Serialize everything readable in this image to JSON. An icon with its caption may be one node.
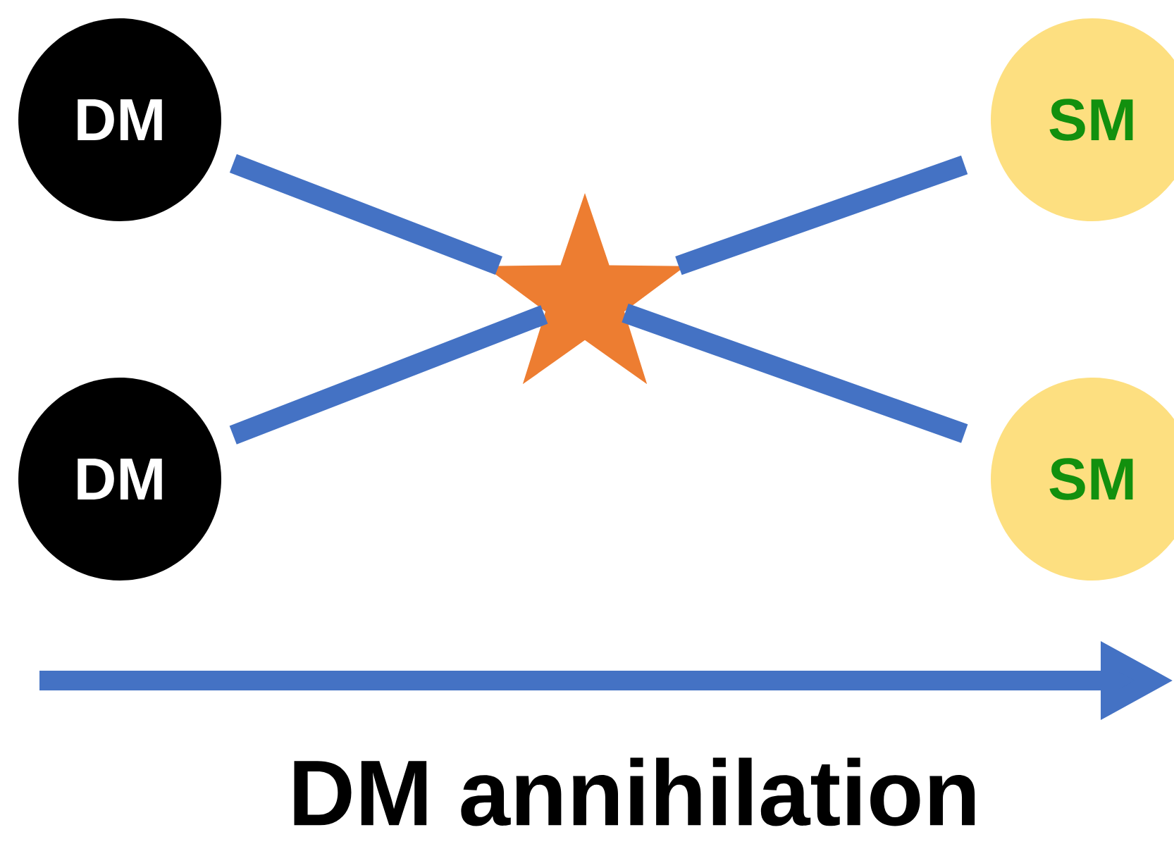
{
  "diagram": {
    "caption": "DM annihilation",
    "nodes": [
      {
        "text": [
          "DM"
        ]
      },
      {
        "text": [
          "DM"
        ]
      },
      {
        "text": [
          "SM"
        ]
      },
      {
        "text": [
          "SM"
        ]
      },
      {
        "text": [],
        "shape": "star"
      }
    ],
    "edges": [
      {
        "from": 0,
        "to": 4,
        "arrow": "none"
      },
      {
        "from": 1,
        "to": 4,
        "arrow": "none"
      },
      {
        "from": 4,
        "to": 2,
        "arrow": "none"
      },
      {
        "from": 4,
        "to": 3,
        "arrow": "none"
      }
    ]
  }
}
